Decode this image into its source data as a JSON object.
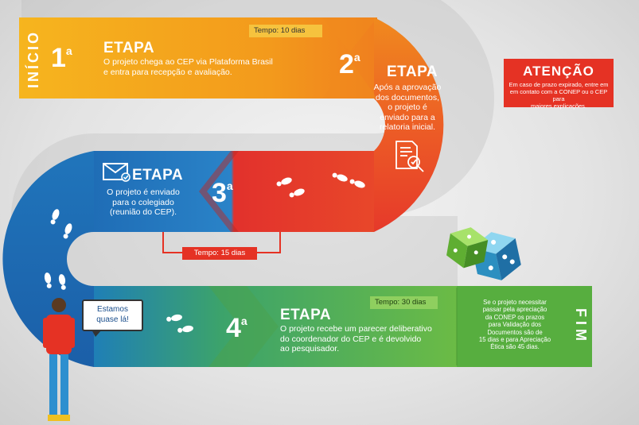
{
  "inicio_label": "INÍCIO",
  "fim_label": "FIM",
  "steps": [
    {
      "number": "1",
      "suffix": "a",
      "title": "ETAPA",
      "text": [
        "O projeto chega ao CEP via Plataforma Brasil",
        "e entra para recepção e avaliação."
      ],
      "time": "Tempo: 10 dias"
    },
    {
      "number": "2",
      "suffix": "a",
      "title": "ETAPA",
      "text": [
        "Após a aprovação",
        "dos documentos,",
        "o projeto é",
        "enviado para a",
        "relatoria inicial."
      ]
    },
    {
      "number": "3",
      "suffix": "a",
      "title": "ETAPA",
      "text": [
        "O projeto é enviado",
        "para o colegiado",
        "(reunião do CEP)."
      ],
      "time": "Tempo: 15 dias"
    },
    {
      "number": "4",
      "suffix": "a",
      "title": "ETAPA",
      "text": [
        "O projeto recebe um parecer deliberativo",
        "do coordenador do CEP e é devolvido",
        "ao pesquisador."
      ],
      "time": "Tempo: 30 dias"
    }
  ],
  "attention": {
    "title": "ATENÇÃO",
    "text": [
      "Em caso de prazo expirado, entre em",
      "em contato com a CONEP ou o CEP para",
      "maiores explicações."
    ]
  },
  "conep_note": [
    "Se o projeto necessitar",
    "passar pela apreciação",
    "da CONEP os prazos",
    "para Validação dos",
    "Documentos são de",
    "15 dias e para Apreciação",
    "Ética são 45 dias."
  ],
  "speech": [
    "Estamos",
    "quase lá!"
  ],
  "colors": {
    "orange": "#f39a1c",
    "red": "#e53224",
    "blue": "#1d69b2",
    "green": "#5db544",
    "tag_yellow": "#f6c33e",
    "tag_green": "#8fcf5f"
  }
}
